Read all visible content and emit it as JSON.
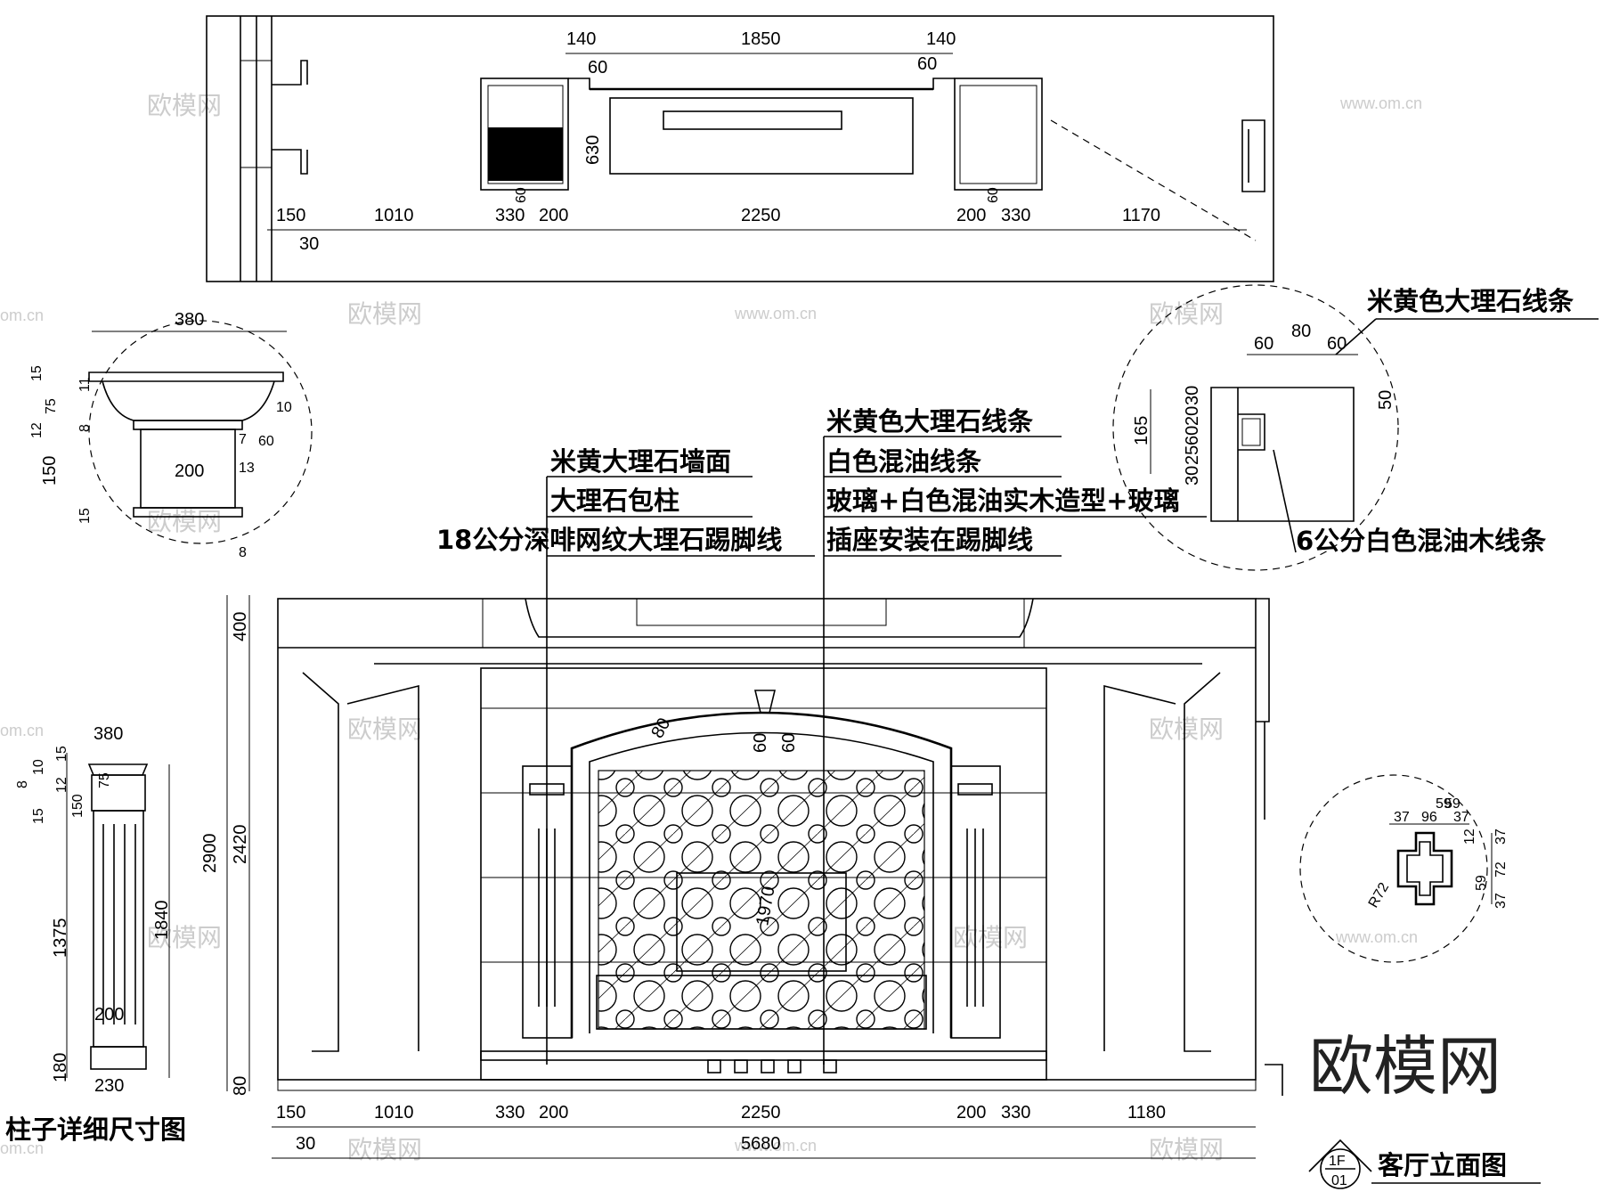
{
  "plan_dims": {
    "top": [
      "140",
      "1850",
      "140",
      "60",
      "60"
    ],
    "side": [
      "630",
      "60",
      "60"
    ],
    "bottom": [
      "150",
      "30",
      "1010",
      "330",
      "200",
      "2250",
      "200",
      "330",
      "1170"
    ]
  },
  "cap_detail": {
    "width": "380",
    "left": [
      "15",
      "11",
      "75",
      "8",
      "12",
      "150",
      "15"
    ],
    "right": [
      "10",
      "60",
      "7",
      "13",
      "8"
    ],
    "inner": "200"
  },
  "moulding_detail": {
    "title": "米黄色大理石线条",
    "top": [
      "60",
      "80",
      "60"
    ],
    "left": [
      "165",
      "30",
      "20",
      "60",
      "25",
      "30"
    ],
    "right": "50",
    "bottom_label": "6公分白色混油木线条"
  },
  "notes_left": [
    "米黄大理石墙面",
    "大理石包柱",
    "18公分深啡网纹大理石踢脚线"
  ],
  "notes_right": [
    "米黄色大理石线条",
    "白色混油线条",
    "玻璃+白色混油实木造型+玻璃",
    "插座安装在踢脚线"
  ],
  "elevation_dims": {
    "left": [
      "2900",
      "400",
      "2420",
      "80"
    ],
    "inner": [
      "80",
      "60",
      "60",
      "1970"
    ],
    "bottom": [
      "150",
      "30",
      "1010",
      "330",
      "200",
      "2250",
      "200",
      "330",
      "1180"
    ],
    "total": "5680"
  },
  "column_detail": {
    "top": "380",
    "left": [
      "8",
      "10",
      "15",
      "12",
      "15",
      "150",
      "1375",
      "180"
    ],
    "right": [
      "75",
      "1840"
    ],
    "mid": "200",
    "bottom": "230",
    "caption": "柱子详细尺寸图"
  },
  "section_detail": {
    "top": [
      "59",
      "59",
      "37",
      "96",
      "37"
    ],
    "right": [
      "12",
      "37",
      "72",
      "59",
      "37"
    ],
    "radius": "R72"
  },
  "title_block": {
    "floor": "1F",
    "number": "01",
    "title": "客厅立面图"
  },
  "watermarks": {
    "cn": "欧模网",
    "url": "www.om.cn",
    "url_short": "om.cn"
  },
  "colors": {
    "line": "#000000",
    "watermark": "#cccccc",
    "background": "#ffffff"
  }
}
